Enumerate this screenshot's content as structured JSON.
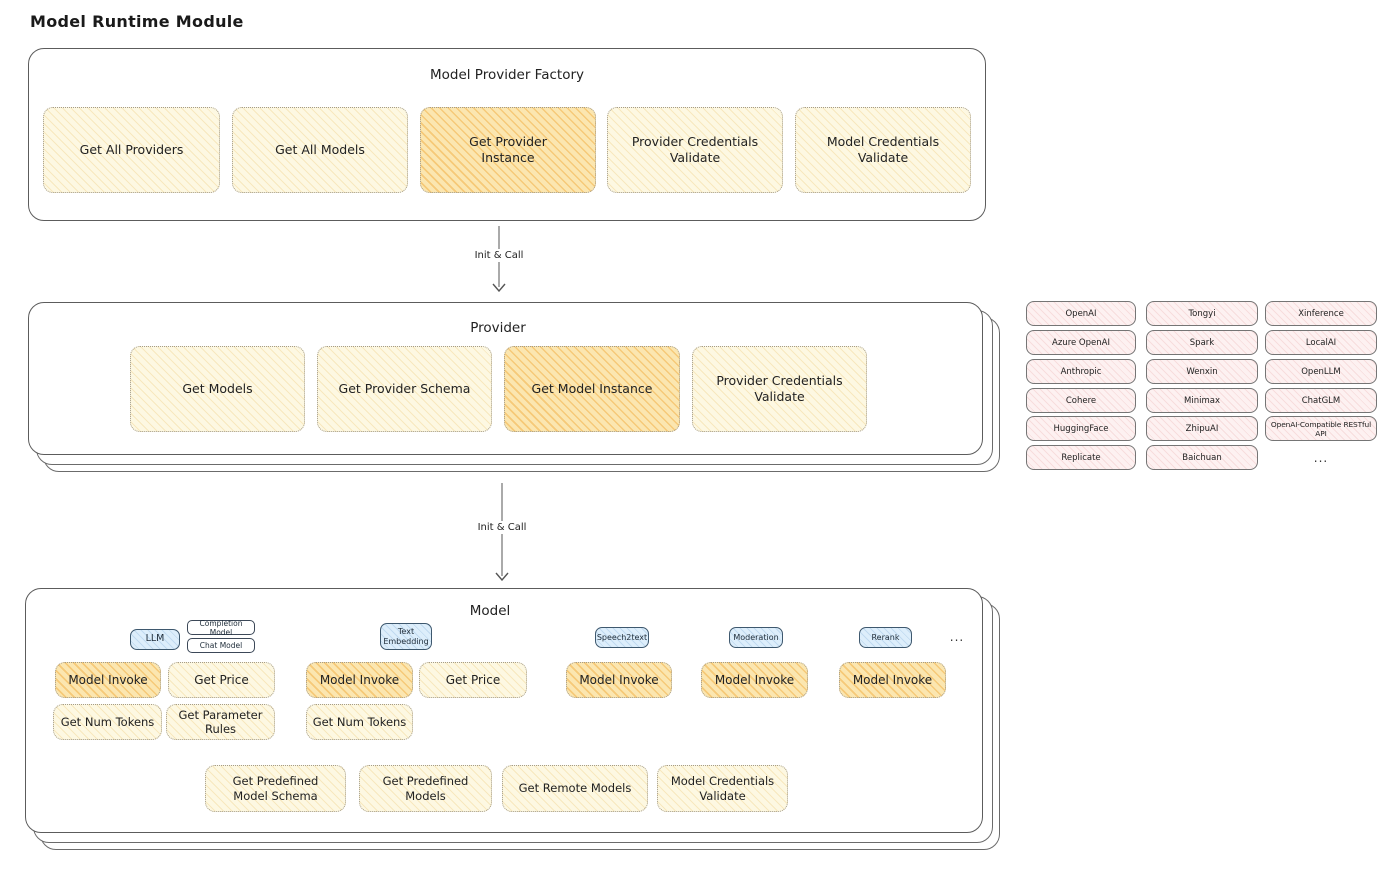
{
  "page": {
    "title": "Model Runtime Module"
  },
  "colors": {
    "yellow_box_bg": "#fdf8e2",
    "yellow_hatch": "#e9c469",
    "highlight_bg": "#fbe6b0",
    "highlight_hatch": "#f0aa3a",
    "pink_bg": "#fdf1f1",
    "pink_hatch": "#e08c8c",
    "blue_tag_bg": "#ddeefb",
    "frame_border": "#5c5c5c"
  },
  "factory": {
    "title": "Model Provider Factory",
    "items": [
      {
        "label": "Get All Providers",
        "highlighted": false
      },
      {
        "label": "Get All Models",
        "highlighted": false
      },
      {
        "label": "Get Provider Instance",
        "highlighted": true
      },
      {
        "label": "Provider Credentials Validate",
        "highlighted": false
      },
      {
        "label": "Model Credentials Validate",
        "highlighted": false
      }
    ]
  },
  "arrows": {
    "init_call_1": "Init & Call",
    "init_call_2": "Init & Call"
  },
  "provider": {
    "title": "Provider",
    "items": [
      {
        "label": "Get Models",
        "highlighted": false
      },
      {
        "label": "Get Provider Schema",
        "highlighted": false
      },
      {
        "label": "Get Model Instance",
        "highlighted": true
      },
      {
        "label": "Provider Credentials Validate",
        "highlighted": false
      }
    ]
  },
  "vendors": {
    "col1": [
      "OpenAI",
      "Azure OpenAI",
      "Anthropic",
      "Cohere",
      "HuggingFace",
      "Replicate"
    ],
    "col2": [
      "Tongyi",
      "Spark",
      "Wenxin",
      "Minimax",
      "ZhipuAI",
      "Baichuan"
    ],
    "col3": [
      "Xinference",
      "LocalAI",
      "OpenLLM",
      "ChatGLM",
      "OpenAI-Compatible RESTful API"
    ],
    "more": "..."
  },
  "model": {
    "title": "Model",
    "tags": {
      "llm": "LLM",
      "completion_model": "Completion Model",
      "chat_model": "Chat Model",
      "text_embedding": "Text Embedding",
      "speech2text": "Speech2text",
      "moderation": "Moderation",
      "rerank": "Rerank",
      "more": "..."
    },
    "llm_group": {
      "model_invoke": "Model Invoke",
      "get_price": "Get Price",
      "get_num_tokens": "Get Num Tokens",
      "get_parameter_rules": "Get Parameter Rules"
    },
    "text_embedding_group": {
      "model_invoke": "Model Invoke",
      "get_price": "Get Price",
      "get_num_tokens": "Get Num Tokens"
    },
    "speech2text_group": {
      "model_invoke": "Model Invoke"
    },
    "moderation_group": {
      "model_invoke": "Model Invoke"
    },
    "rerank_group": {
      "model_invoke": "Model Invoke"
    },
    "common_items": [
      "Get Predefined Model Schema",
      "Get Predefined Models",
      "Get Remote Models",
      "Model Credentials Validate"
    ]
  }
}
